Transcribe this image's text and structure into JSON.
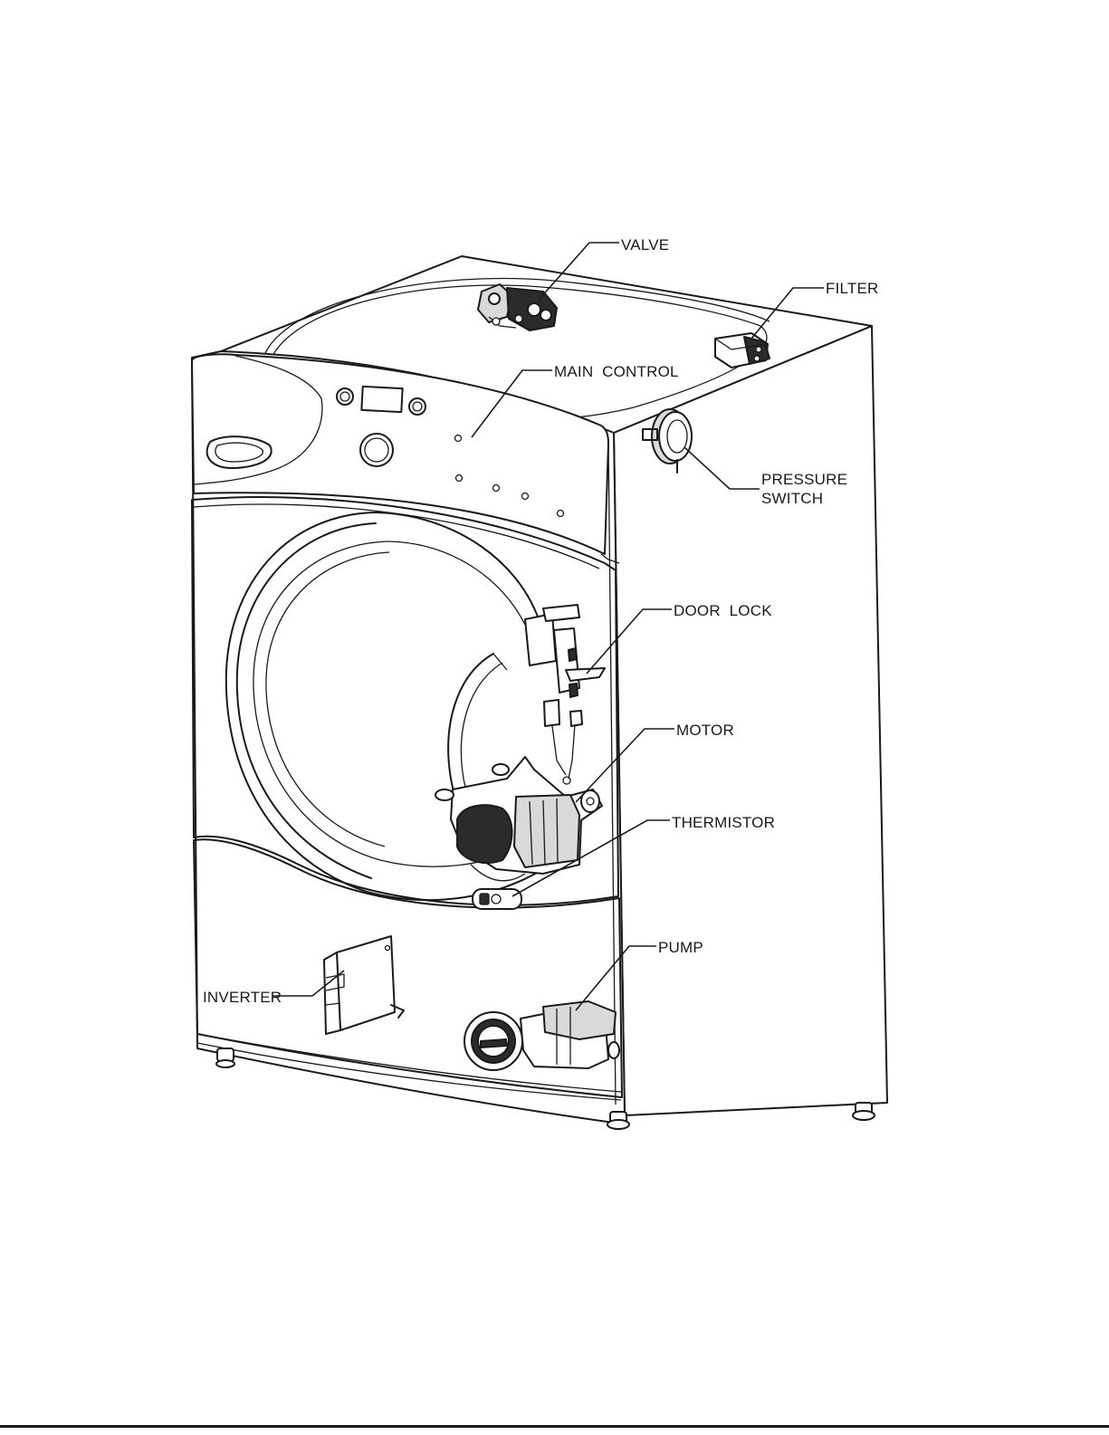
{
  "labels": {
    "valve": "VALVE",
    "filter": "FILTER",
    "main_control": "MAIN  CONTROL",
    "pressure_switch_line1": "PRESSURE",
    "pressure_switch_line2": "SWITCH",
    "door_lock": "DOOR  LOCK",
    "motor": "MOTOR",
    "thermistor": "THERMISTOR",
    "pump": "PUMP",
    "inverter": "INVERTER"
  },
  "colors": {
    "line": "#1a1a1a",
    "background": "#ffffff"
  }
}
